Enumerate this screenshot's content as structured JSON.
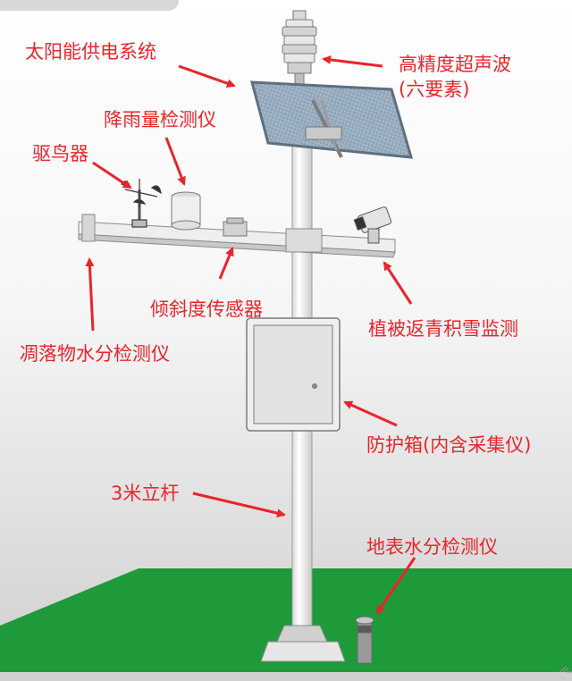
{
  "labels": {
    "solar_system": "太阳能供电系统",
    "ultrasonic_line1": "高精度超声波",
    "ultrasonic_line2": "(六要素)",
    "rain_gauge": "降雨量检测仪",
    "bird_repeller": "驱鸟器",
    "tilt_sensor": "倾斜度传感器",
    "litter_moisture": "凋落物水分检测仪",
    "vegetation_snow": "植被返青积雪监测",
    "protective_box": "防护箱(内含采集仪)",
    "pole": "3米立杆",
    "surface_moisture": "地表水分检测仪"
  },
  "colors": {
    "label_red": "#e8252b",
    "ground_green": "#1e9a3a",
    "pole_white": "#f4f4f4",
    "panel_blue": "#9fb7cc"
  }
}
